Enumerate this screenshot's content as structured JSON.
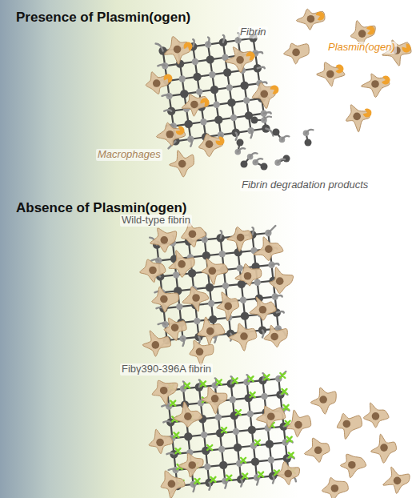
{
  "diagram": {
    "labels": [
      "Presence of Plasmin(ogen)",
      "Fibrin",
      "Plasmin(ogen)",
      "Macrophages",
      "Fibrin degradation products",
      "Absence of Plasmin(ogen)",
      "Wild-type fibrin",
      "Fibγ390-396A fibrin"
    ]
  }
}
